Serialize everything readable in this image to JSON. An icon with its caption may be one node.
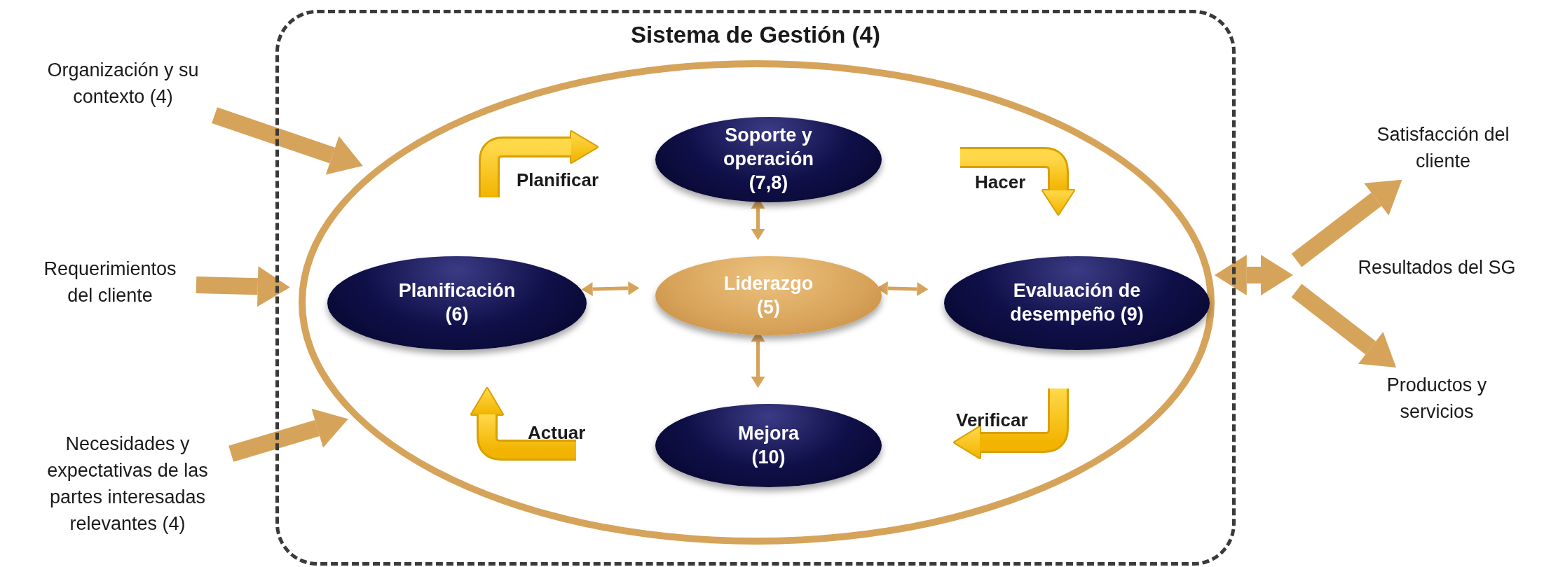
{
  "diagram": {
    "nodes": [
      {
        "text": [
          "Organización y su contexto (4)"
        ]
      },
      {
        "text": [
          "Requerimientos del cliente"
        ]
      },
      {
        "text": [
          "Necesidades y expectativas de las partes interesadas relevantes (4)"
        ]
      },
      {
        "text": [
          "Sistema de Gestión (4)"
        ]
      },
      {
        "text": [],
        "shape": "ellipse",
        "in": 3
      },
      {
        "text": [
          "Soporte y operación (7,8)"
        ],
        "in": 4
      },
      {
        "text": [
          "Planificación (6)"
        ],
        "in": 4
      },
      {
        "text": [
          "Liderazgo (5)"
        ],
        "in": 4
      },
      {
        "text": [
          "Evaluación de desempeño (9)"
        ],
        "in": 4
      },
      {
        "text": [
          "Mejora (10)"
        ],
        "in": 4
      },
      {
        "text": [
          "Satisfacción del cliente"
        ]
      },
      {
        "text": [
          "Productos y servicios"
        ]
      }
    ],
    "edges": [
      {
        "from": 0,
        "to": 4,
        "arrow": "to"
      },
      {
        "from": 1,
        "to": 4,
        "arrow": "to"
      },
      {
        "from": 2,
        "to": 4,
        "arrow": "to"
      },
      {
        "from": 7,
        "to": 5,
        "arrow": "both"
      },
      {
        "from": 7,
        "to": 6,
        "arrow": "both"
      },
      {
        "from": 7,
        "to": 8,
        "arrow": "both"
      },
      {
        "from": 7,
        "to": 9,
        "arrow": "both"
      },
      {
        "from": 4,
        "to": null,
        "arrow": "both"
      },
      {
        "from": null,
        "to": 10,
        "arrow": "to"
      },
      {
        "from": null,
        "to": 11,
        "arrow": "to"
      }
    ],
    "labels": [
      "Planificar",
      "Hacer",
      "Verificar",
      "Actuar",
      "Resultados del SG"
    ]
  }
}
